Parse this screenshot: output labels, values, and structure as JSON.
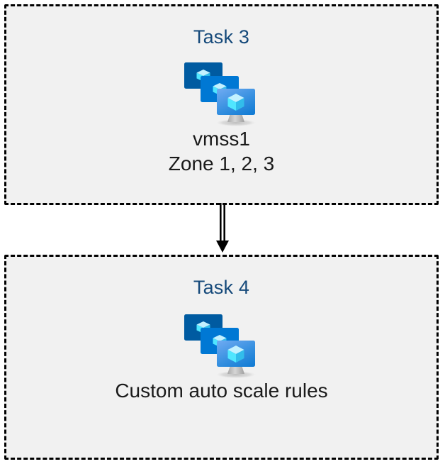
{
  "diagram": {
    "background_color": "#ffffff",
    "box_fill_color": "#f1f1f1",
    "box_border_color": "#000000",
    "heading_color": "#15497a",
    "caption_color": "#1a1a1a",
    "connector_color": "#000000"
  },
  "icon": {
    "name": "azure-virtual-machine-scale-set-icon",
    "back_monitor_color": "#005ba1",
    "middle_monitor_color": "#0078d4",
    "front_monitor_gradient_start": "#5ea0ef",
    "front_monitor_gradient_end": "#1b7fd6",
    "cube_color": "#9cebff",
    "cube_shade_color": "#50e6ff",
    "stand_color": "#b3b3b3"
  },
  "boxes": [
    {
      "id": "task-3",
      "heading": "Task 3",
      "icon_name": "azure-virtual-machine-scale-set-icon",
      "caption_lines": [
        "vmss1",
        "Zone 1, 2, 3"
      ]
    },
    {
      "id": "task-4",
      "heading": "Task 4",
      "icon_name": "azure-virtual-machine-scale-set-icon",
      "caption_lines": [
        "Custom auto scale rules"
      ]
    }
  ],
  "connector": {
    "name": "double-line-down-arrow",
    "from": "task-3",
    "to": "task-4",
    "direction": "down",
    "style": "double-line-with-solid-arrowhead"
  }
}
